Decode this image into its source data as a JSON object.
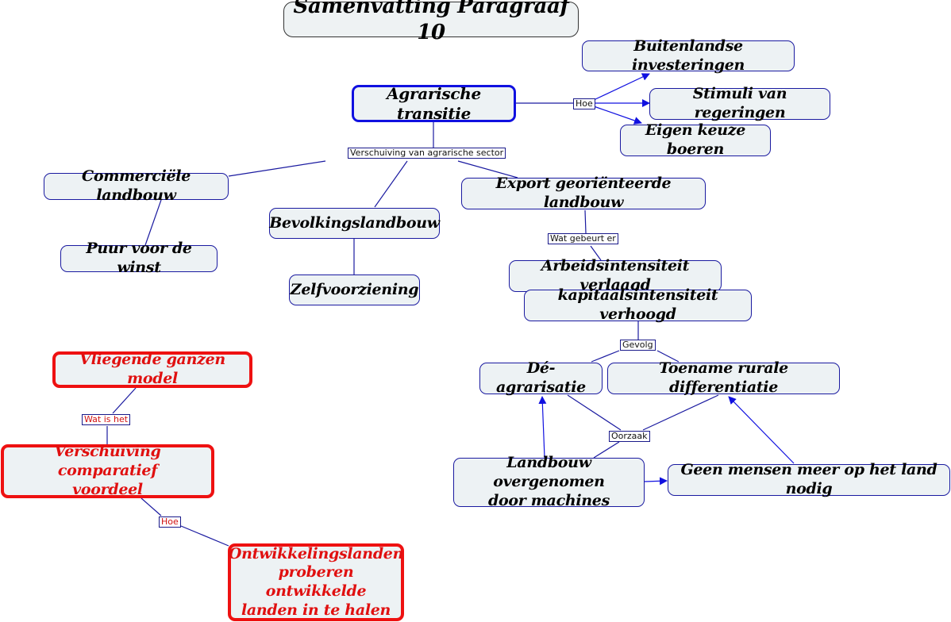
{
  "title": "Samenvatting Paragraaf 10",
  "colors": {
    "line": "#1a1aa0",
    "arrow": "#1010e0",
    "node_fill": "#edf2f4",
    "main_border": "#1010e0",
    "red_accent": "#ee1111"
  },
  "nodes": {
    "agrarische_transitie": "Agrarische transitie",
    "buitenlandse_investeringen": "Buitenlandse investeringen",
    "stimuli_van_regeringen": "Stimuli van regeringen",
    "eigen_keuze_boeren": "Eigen keuze boeren",
    "commerciele_landbouw": "Commerciële landbouw",
    "puur_voor_de_winst": "Puur voor de winst",
    "bevolkingslandbouw": "Bevolkingslandbouw",
    "zelfvoorziening": "Zelfvoorziening",
    "export_georienteerde_landbouw": "Export georiënteerde landbouw",
    "arbeidsintensiteit_verlaagd": "Arbeidsintensiteit verlaagd",
    "kapitaalsintensiteit_verhoogd": "kapitaalsintensiteit verhoogd",
    "de_agrarisatie": "Dé-agrarisatie",
    "toename_rurale_differentiatie": "Toename rurale differentiatie",
    "landbouw_overgenomen": "Landbouw overgenomen\ndoor machines",
    "geen_mensen_meer": "Geen mensen meer op het land nodig",
    "vliegende_ganzen_model": "Vliegende ganzen model",
    "verschuiving_comparatief_voordeel": "Verschuiving comparatief\nvoordeel",
    "ontwikkelingslanden": "Ontwikkelingslanden\nproberen ontwikkelde\nlanden in te halen"
  },
  "links": {
    "hoe": "Hoe",
    "verschuiving_agrarische_sector": "Verschuiving van agrarische sector",
    "wat_gebeurt_er": "Wat gebeurt er",
    "gevolg": "Gevolg",
    "oorzaak": "Oorzaak",
    "wat_is_het": "Wat is het",
    "hoe_red": "Hoe"
  }
}
